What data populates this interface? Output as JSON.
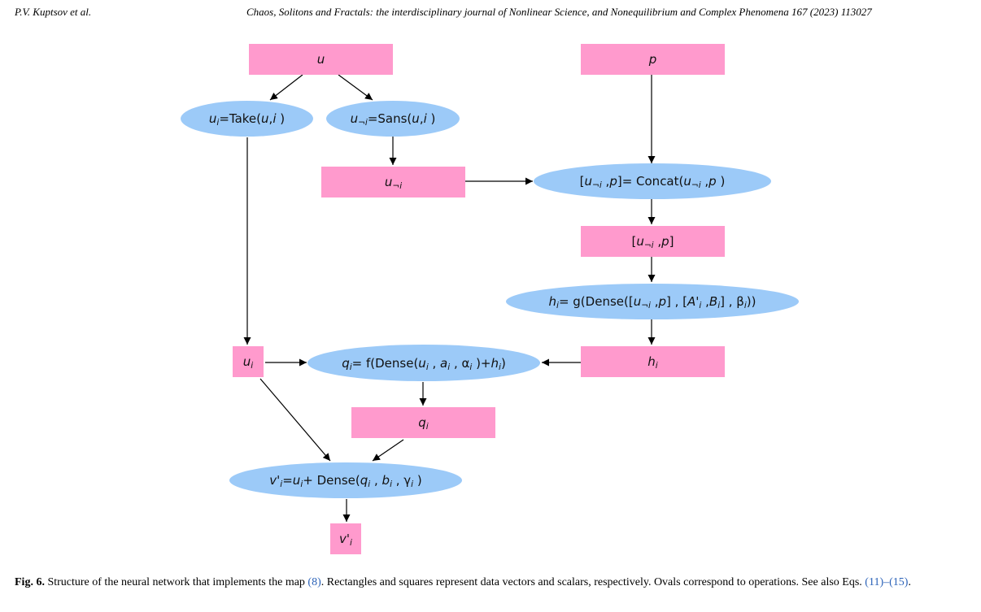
{
  "header": {
    "authors": "P.V. Kuptsov et al.",
    "journal": "Chaos, Solitons and Fractals: the interdisciplinary journal of Nonlinear Science, and Nonequilibrium and Complex Phenomena 167 (2023) 113027"
  },
  "diagram": {
    "nodes": {
      "u": {
        "kind": "data vector",
        "label": "u"
      },
      "p": {
        "kind": "data vector",
        "label": "p"
      },
      "take": {
        "kind": "operation",
        "label": "u_i=Take(u, i )"
      },
      "sans": {
        "kind": "operation",
        "label": "u_¬i=Sans(u, i )"
      },
      "u_not_i": {
        "kind": "data vector",
        "label": "u_¬i"
      },
      "concat": {
        "kind": "operation",
        "label": "[u_¬i , p]= Concat(u_¬i , p )"
      },
      "u_not_i_p": {
        "kind": "data vector",
        "label": "[u_¬i , p]"
      },
      "h_op": {
        "kind": "operation",
        "label": "h_i= g(Dense([ u_¬i , p] , [A'_i , B_i] , β_i))"
      },
      "h_i": {
        "kind": "data vector",
        "label": "h_i"
      },
      "u_i": {
        "kind": "scalar",
        "label": "u_i"
      },
      "q_op": {
        "kind": "operation",
        "label": "q_i= f(Dense( u_i , a_i , α_i )+h_i)"
      },
      "q_i": {
        "kind": "data vector",
        "label": "q_i"
      },
      "v_op": {
        "kind": "operation",
        "label": "v'_i= u_i+ Dense(q_i , b_i , γ_i )"
      },
      "v_i": {
        "kind": "scalar",
        "label": "v'_i"
      }
    },
    "edges": [
      [
        "u",
        "take"
      ],
      [
        "u",
        "sans"
      ],
      [
        "sans",
        "u_not_i"
      ],
      [
        "p",
        "concat"
      ],
      [
        "u_not_i",
        "concat"
      ],
      [
        "concat",
        "u_not_i_p"
      ],
      [
        "u_not_i_p",
        "h_op"
      ],
      [
        "h_op",
        "h_i"
      ],
      [
        "take",
        "u_i"
      ],
      [
        "u_i",
        "q_op"
      ],
      [
        "h_i",
        "q_op"
      ],
      [
        "q_op",
        "q_i"
      ],
      [
        "u_i",
        "v_op"
      ],
      [
        "q_i",
        "v_op"
      ],
      [
        "v_op",
        "v_i"
      ]
    ]
  },
  "caption": {
    "label": "Fig. 6.",
    "text_1": " Structure of the neural network that implements the map ",
    "ref_1": "(8)",
    "text_2": ". Rectangles and squares represent data vectors and scalars, respectively. Ovals correspond to operations. See also Eqs. ",
    "ref_2": "(11)–(15)",
    "text_3": "."
  },
  "colors": {
    "data_node": "#ff9acd",
    "operation_node": "#9ccaf8",
    "link": "#2b62b8"
  }
}
